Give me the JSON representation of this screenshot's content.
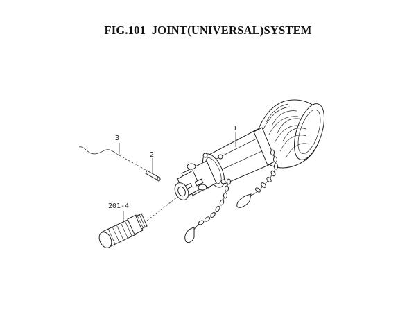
{
  "title": "FIG.101  JOINT(UNIVERSAL)SYSTEM",
  "callouts": {
    "part_1": "1",
    "part_2": "2",
    "part_3": "3",
    "part_201_4": "201-4"
  }
}
